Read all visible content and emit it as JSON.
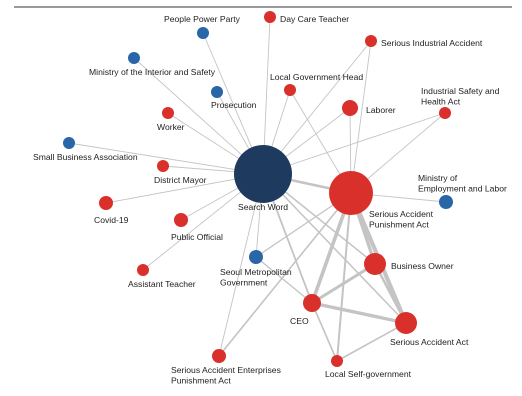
{
  "colors": {
    "party_blue": "#2866a8",
    "topic_red": "#d9302b",
    "hub_navy": "#1f3a5f",
    "edge_gray": "#c4c4c4",
    "top_rule": "#333333"
  },
  "nodes": [
    {
      "id": "search",
      "label": "Search Word",
      "group": "hub"
    },
    {
      "id": "sapa",
      "label": [
        "Serious Accident",
        "Punishment Act"
      ],
      "group": "red"
    },
    {
      "id": "ppp",
      "label": "People Power Party",
      "group": "blue"
    },
    {
      "id": "daycare",
      "label": "Day Care Teacher",
      "group": "red"
    },
    {
      "id": "sia",
      "label": "Serious Industrial Accident",
      "group": "red"
    },
    {
      "id": "mois",
      "label": "Ministry of the Interior and Safety",
      "group": "blue"
    },
    {
      "id": "lgh",
      "label": "Local Government Head",
      "group": "red"
    },
    {
      "id": "prosecution",
      "label": "Prosecution",
      "group": "blue"
    },
    {
      "id": "laborer",
      "label": "Laborer",
      "group": "red"
    },
    {
      "id": "ishact",
      "label": [
        "Industrial Safety and",
        "Health Act"
      ],
      "group": "red"
    },
    {
      "id": "worker",
      "label": "Worker",
      "group": "red"
    },
    {
      "id": "sba",
      "label": "Small Business Association",
      "group": "blue"
    },
    {
      "id": "mayor",
      "label": "District Mayor",
      "group": "red"
    },
    {
      "id": "moel",
      "label": [
        "Ministry of",
        "Employment and Labor"
      ],
      "group": "blue"
    },
    {
      "id": "covid",
      "label": "Covid-19",
      "group": "red"
    },
    {
      "id": "official",
      "label": "Public Official",
      "group": "red"
    },
    {
      "id": "smg",
      "label": [
        "Seoul Metropolitan",
        "Government"
      ],
      "group": "blue"
    },
    {
      "id": "owner",
      "label": "Business Owner",
      "group": "red"
    },
    {
      "id": "asst",
      "label": "Assistant Teacher",
      "group": "red"
    },
    {
      "id": "ceo",
      "label": "CEO",
      "group": "red"
    },
    {
      "id": "saa",
      "label": "Serious Accident Act",
      "group": "red"
    },
    {
      "id": "sapact",
      "label": [
        "Serious Accident Enterprises",
        "Punishment Act"
      ],
      "group": "red"
    },
    {
      "id": "lsg",
      "label": "Local Self-government",
      "group": "red"
    }
  ],
  "edges": [
    [
      "search",
      "ppp"
    ],
    [
      "search",
      "daycare"
    ],
    [
      "search",
      "sia"
    ],
    [
      "search",
      "mois"
    ],
    [
      "search",
      "lgh"
    ],
    [
      "search",
      "prosecution"
    ],
    [
      "search",
      "laborer"
    ],
    [
      "search",
      "ishact"
    ],
    [
      "search",
      "worker"
    ],
    [
      "search",
      "sba"
    ],
    [
      "search",
      "mayor"
    ],
    [
      "search",
      "covid"
    ],
    [
      "search",
      "official"
    ],
    [
      "search",
      "smg"
    ],
    [
      "search",
      "asst"
    ],
    [
      "search",
      "sapact"
    ],
    [
      "search",
      "ceo"
    ],
    [
      "search",
      "owner"
    ],
    [
      "search",
      "saa"
    ],
    [
      "search",
      "sapa"
    ],
    [
      "sapa",
      "sia"
    ],
    [
      "sapa",
      "lgh"
    ],
    [
      "sapa",
      "laborer"
    ],
    [
      "sapa",
      "ishact"
    ],
    [
      "sapa",
      "moel"
    ],
    [
      "sapa",
      "smg"
    ],
    [
      "sapa",
      "owner"
    ],
    [
      "sapa",
      "ceo"
    ],
    [
      "sapa",
      "saa"
    ],
    [
      "sapa",
      "lsg"
    ],
    [
      "sapa",
      "sapact"
    ],
    [
      "ceo",
      "owner"
    ],
    [
      "ceo",
      "saa"
    ],
    [
      "ceo",
      "lsg"
    ],
    [
      "ceo",
      "smg"
    ],
    [
      "owner",
      "saa"
    ],
    [
      "saa",
      "lsg"
    ]
  ]
}
